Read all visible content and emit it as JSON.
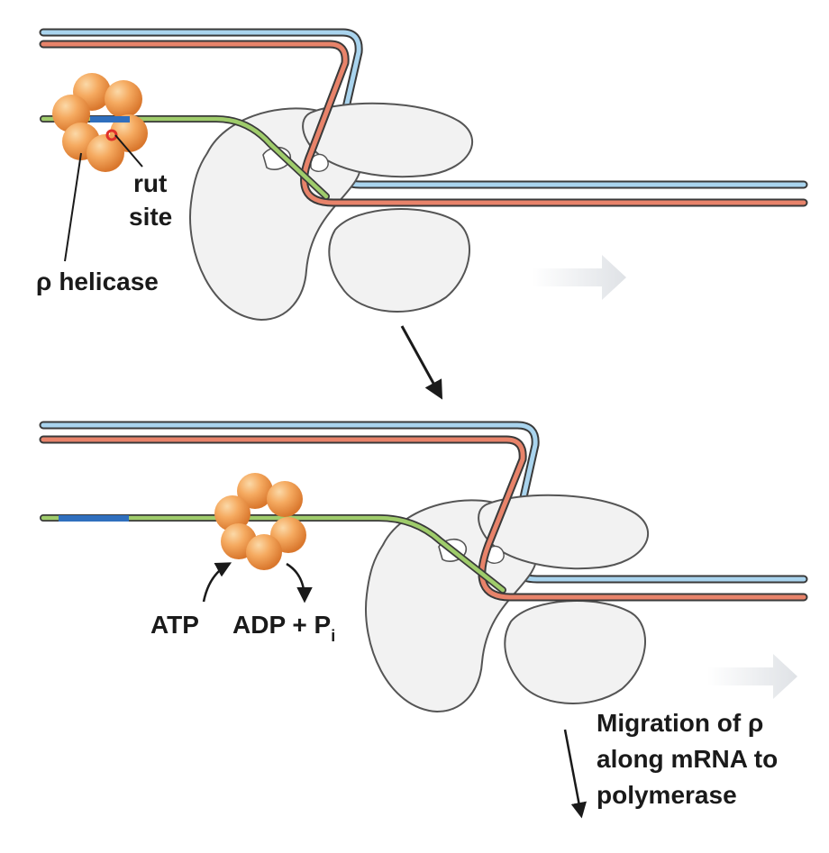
{
  "labels": {
    "rut_line1": "rut",
    "rut_line2": "site",
    "rho_symbol": "ρ",
    "helicase": "helicase",
    "atp": "ATP",
    "adp_pi": "ADP + P",
    "pi_subscript": "i",
    "migration_line1": "Migration of ρ",
    "migration_line2": "along mRNA to",
    "migration_line3": "polymerase"
  },
  "colors": {
    "dna_template": "#e8836a",
    "dna_coding": "#a9d4ee",
    "mrna": "#9fcc6b",
    "rut_site": "#2f6fbe",
    "rho_subunit": "#f0a35a",
    "polymerase": "#f2f2f2",
    "rut_marker": "#e0302a",
    "motion_arrow": "#e4e6ea"
  }
}
